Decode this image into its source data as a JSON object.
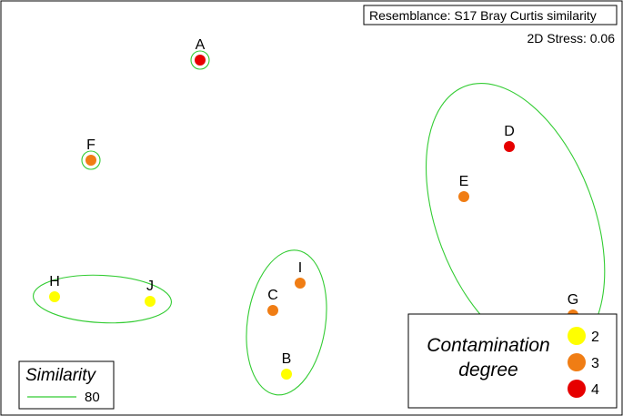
{
  "chart_data": {
    "type": "scatter",
    "title": "Resemblance: S17 Bray Curtis similarity",
    "stress_label": "2D Stress: 0.06",
    "points": [
      {
        "label": "A",
        "x": 0.0,
        "y": 3.7,
        "degree": 4
      },
      {
        "label": "F",
        "x": -1.2,
        "y": 2.6,
        "degree": 3
      },
      {
        "label": "D",
        "x": 3.4,
        "y": 2.75,
        "degree": 4
      },
      {
        "label": "E",
        "x": 2.9,
        "y": 2.2,
        "degree": 3
      },
      {
        "label": "G",
        "x": 4.1,
        "y": 0.9,
        "degree": 3
      },
      {
        "label": "H",
        "x": -1.6,
        "y": 1.1,
        "degree": 2
      },
      {
        "label": "J",
        "x": -0.55,
        "y": 1.05,
        "degree": 2
      },
      {
        "label": "I",
        "x": 1.1,
        "y": 1.25,
        "degree": 3
      },
      {
        "label": "C",
        "x": 0.8,
        "y": 0.95,
        "degree": 3
      },
      {
        "label": "B",
        "x": 0.95,
        "y": 0.25,
        "degree": 2
      }
    ],
    "groups": [
      {
        "level": 80,
        "members": [
          "A"
        ]
      },
      {
        "level": 80,
        "members": [
          "F"
        ]
      },
      {
        "level": 80,
        "members": [
          "D",
          "E",
          "G"
        ]
      },
      {
        "level": 80,
        "members": [
          "H",
          "J"
        ]
      },
      {
        "level": 80,
        "members": [
          "I",
          "C",
          "B"
        ]
      }
    ],
    "similarity_legend": {
      "title": "Similarity",
      "entries": [
        {
          "label": "80",
          "color": "#33cc33"
        }
      ]
    },
    "degree_legend": {
      "title_line1": "Contamination",
      "title_line2": "degree",
      "entries": [
        {
          "label": "2",
          "color": "#ffff00"
        },
        {
          "label": "3",
          "color": "#f07d14"
        },
        {
          "label": "4",
          "color": "#e60000"
        }
      ]
    },
    "grid": false
  }
}
